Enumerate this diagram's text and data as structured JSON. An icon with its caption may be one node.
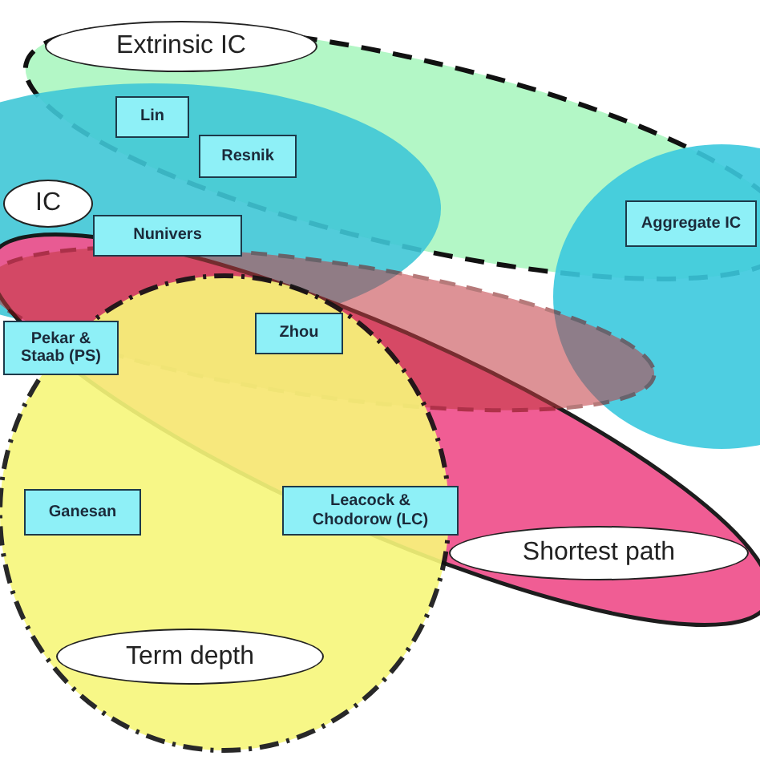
{
  "diagram": {
    "nodes": [
      {
        "text": [
          "Extrinsic IC"
        ]
      },
      {
        "text": [
          "Lin"
        ]
      },
      {
        "text": [
          "Resnik"
        ]
      },
      {
        "text": [
          "IC"
        ]
      },
      {
        "text": [
          "Nunivers"
        ]
      },
      {
        "text": [
          "Aggregate IC"
        ]
      },
      {
        "text": [
          "Pekar & Staab (PS)"
        ]
      },
      {
        "text": [
          "Zhou"
        ]
      },
      {
        "text": [
          "Ganesan"
        ]
      },
      {
        "text": [
          "Leacock & Chodorow (LC)"
        ]
      },
      {
        "text": [
          "Shortest path"
        ]
      },
      {
        "text": [
          "Term depth"
        ]
      }
    ]
  }
}
